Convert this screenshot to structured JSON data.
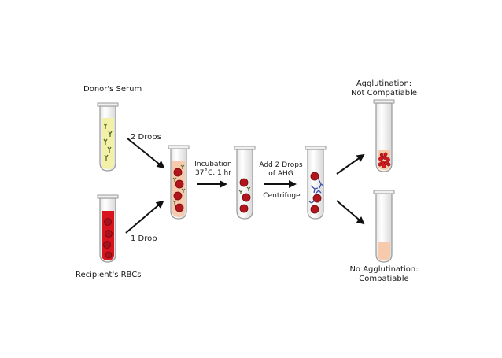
{
  "labels": {
    "donor_serum": "Donor's Serum",
    "two_drops": "2 Drops",
    "one_drop": "1 Drop",
    "recipient_rbcs": "Recipient's RBCs",
    "incubation_line1": "Incubation",
    "incubation_line2": "37˚C, 1 hr",
    "add_ahg_line1": "Add 2 Drops",
    "add_ahg_line2": "of AHG",
    "centrifuge": "Centrifuge",
    "agglutination_line1": "Agglutination:",
    "agglutination_line2": "Not Compatiable",
    "no_agglutination_line1": "No Agglutination:",
    "no_agglutination_line2": "Compatiable"
  },
  "colors": {
    "serum": "#f3f1a8",
    "rbc_fluid": "#d8141e",
    "mix_fluid": "#f7c9ad",
    "cell": "#b3151d",
    "cell_dark": "#6e0a10",
    "antibody": "#556b2f",
    "ahg": "#3b4fa8",
    "arrow": "#111111",
    "tube_outline": "#9a9a9a"
  }
}
